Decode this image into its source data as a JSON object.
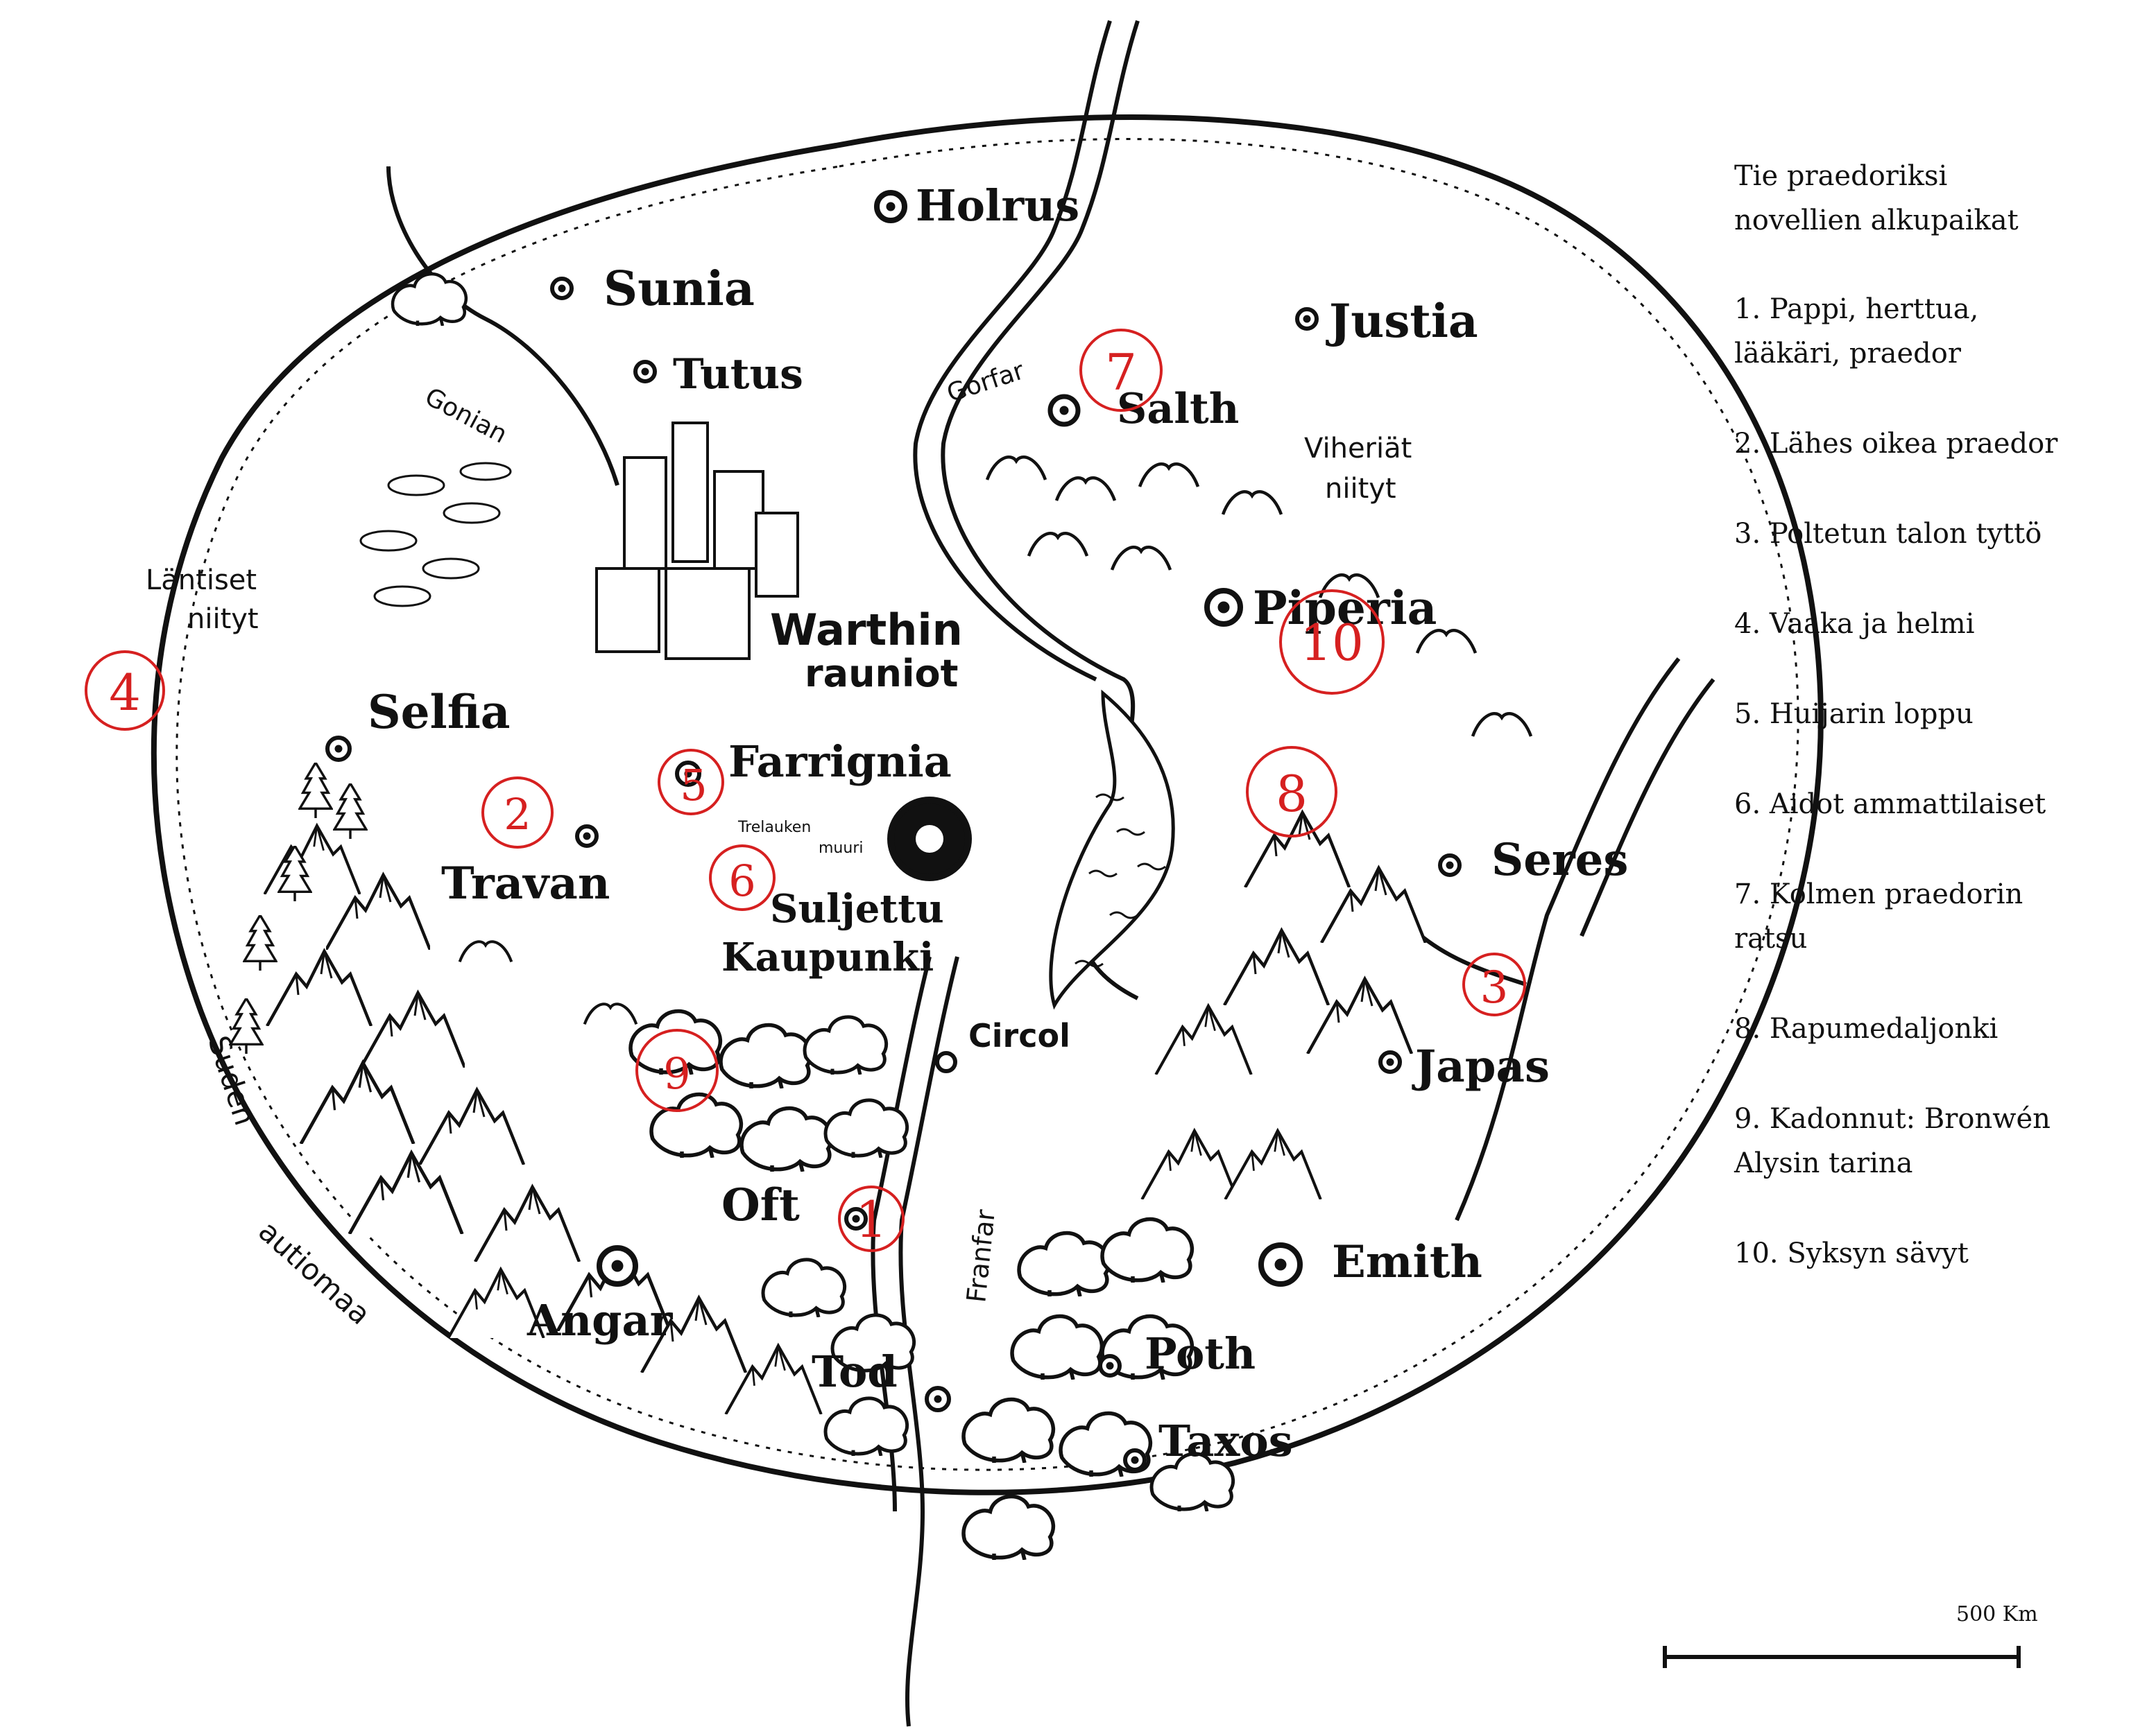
{
  "legend": {
    "title_line1": "Tie praedoriksi",
    "title_line2": "novellien alkupaikat",
    "items": [
      {
        "line1": "1. Pappi, herttua,",
        "line2": "lääkäri, praedor"
      },
      {
        "line1": "2. Lähes oikea praedor",
        "line2": ""
      },
      {
        "line1": "3. Poltetun talon tyttö",
        "line2": ""
      },
      {
        "line1": "4. Vaaka ja helmi",
        "line2": ""
      },
      {
        "line1": "5. Huijarin loppu",
        "line2": ""
      },
      {
        "line1": "6. Aidot ammattilaiset",
        "line2": ""
      },
      {
        "line1": "7. Kolmen praedorin",
        "line2": "ratsu"
      },
      {
        "line1": "8. Rapumedaljonki",
        "line2": ""
      },
      {
        "line1": "9. Kadonnut: Bronwén",
        "line2": "Alysin tarina"
      },
      {
        "line1": "10. Syksyn sävyt",
        "line2": ""
      }
    ]
  },
  "places": [
    {
      "name": "Holrus"
    },
    {
      "name": "Sunia"
    },
    {
      "name": "Tutus"
    },
    {
      "name": "Justia"
    },
    {
      "name": "Salth"
    },
    {
      "name": "Piperia"
    },
    {
      "name": "Selfia"
    },
    {
      "name": "Farrignia"
    },
    {
      "name": "Travan"
    },
    {
      "name": "Suljettu"
    },
    {
      "name": "Kaupunki"
    },
    {
      "name": "Seres"
    },
    {
      "name": "Circol"
    },
    {
      "name": "Japas"
    },
    {
      "name": "Oft"
    },
    {
      "name": "Emith"
    },
    {
      "name": "Angar"
    },
    {
      "name": "Tod"
    },
    {
      "name": "Poth"
    },
    {
      "name": "Taxos"
    }
  ],
  "regions": {
    "warthin_1": "Warthin",
    "warthin_2": "rauniot",
    "lantiset_1": "Läntiset",
    "lantiset_2": "niityt",
    "viheriat_1": "Viheriät",
    "viheriat_2": "niityt",
    "suden": "Suden",
    "autiomaa": "autiomaa",
    "muuri_1": "Trelauken",
    "muuri_2": "muuri"
  },
  "rivers": {
    "gorfar": "Gorfar",
    "gonian": "Gonian",
    "franfar": "Franfar"
  },
  "markers": [
    "1",
    "2",
    "3",
    "4",
    "5",
    "6",
    "7",
    "8",
    "9",
    "10"
  ],
  "scale": {
    "label": "500 Km"
  },
  "colors": {
    "ink": "#111111",
    "marker": "#d62020",
    "paper": "#ffffff"
  }
}
